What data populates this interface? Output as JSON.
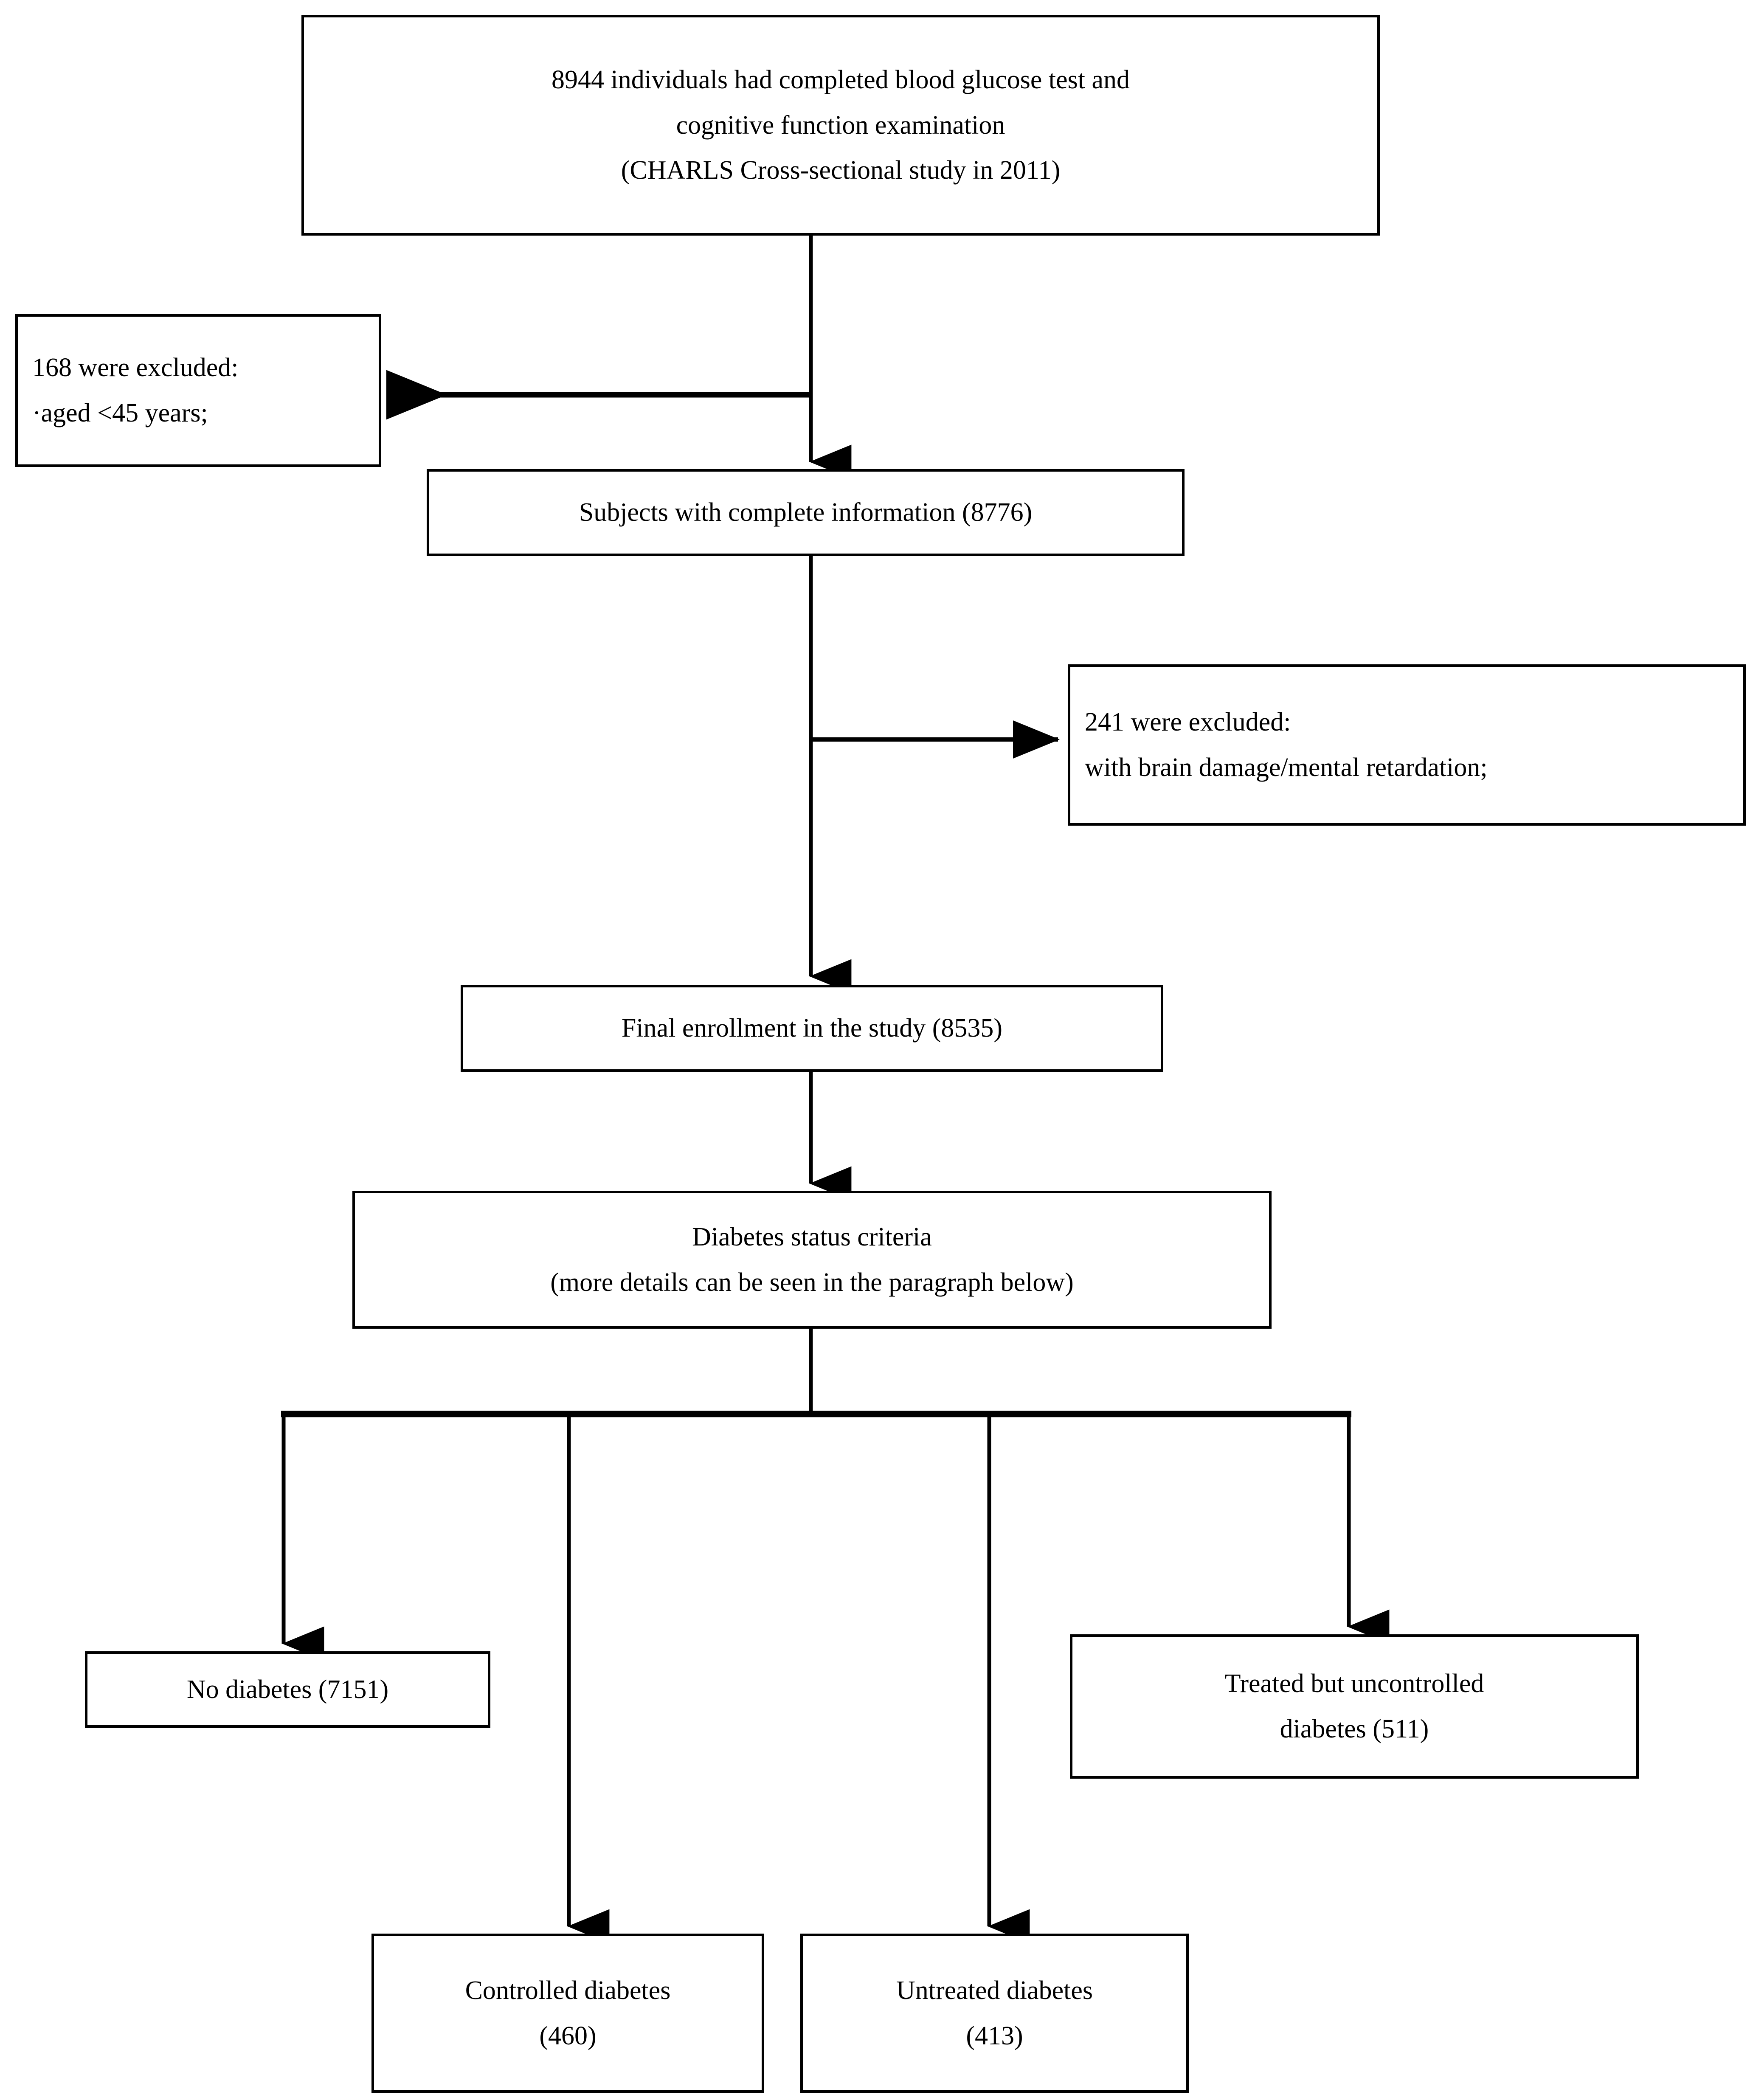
{
  "diagram": {
    "type": "flowchart",
    "orientation": "top-down",
    "stroke_color": "#000000",
    "background_color": "#ffffff",
    "nodes": [
      {
        "id": "screened",
        "name": "screened-population-box",
        "lines": [
          "8944 individuals had completed blood glucose test and",
          "cognitive function examination",
          "(CHARLS Cross-sectional study in 2011)"
        ],
        "count": 8944
      },
      {
        "id": "excl_age",
        "name": "excluded-age-box",
        "lines": [
          "168 were excluded:",
          "·aged <45 years;"
        ],
        "count": 168
      },
      {
        "id": "complete",
        "name": "complete-information-box",
        "lines": [
          "Subjects with complete information (8776)"
        ],
        "count": 8776
      },
      {
        "id": "excl_brain",
        "name": "excluded-brain-damage-box",
        "lines": [
          "241 were excluded:",
          "with brain damage/mental retardation;"
        ],
        "count": 241
      },
      {
        "id": "enrolled",
        "name": "final-enrollment-box",
        "lines": [
          "Final enrollment in the study (8535)"
        ],
        "count": 8535
      },
      {
        "id": "criteria",
        "name": "diabetes-status-criteria-box",
        "lines": [
          "Diabetes status criteria",
          "(more details can be seen in the paragraph below)"
        ]
      },
      {
        "id": "no_diabetes",
        "name": "no-diabetes-box",
        "lines": [
          "No diabetes (7151)"
        ],
        "count": 7151
      },
      {
        "id": "treated_unc",
        "name": "treated-uncontrolled-diabetes-box",
        "lines": [
          "Treated but uncontrolled",
          "diabetes (511)"
        ],
        "count": 511
      },
      {
        "id": "controlled",
        "name": "controlled-diabetes-box",
        "lines": [
          "Controlled diabetes",
          "(460)"
        ],
        "count": 460
      },
      {
        "id": "untreated",
        "name": "untreated-diabetes-box",
        "lines": [
          "Untreated diabetes",
          "(413)"
        ],
        "count": 413
      }
    ],
    "edges": [
      {
        "from": "screened",
        "to": "complete",
        "style": "arrow-down"
      },
      {
        "from": "screened",
        "to": "excl_age",
        "style": "arrow-left"
      },
      {
        "from": "complete",
        "to": "enrolled",
        "style": "arrow-down"
      },
      {
        "from": "complete",
        "to": "excl_brain",
        "style": "arrow-right"
      },
      {
        "from": "enrolled",
        "to": "criteria",
        "style": "arrow-down"
      },
      {
        "from": "criteria",
        "to": "no_diabetes",
        "style": "bus-arrow-down"
      },
      {
        "from": "criteria",
        "to": "controlled",
        "style": "bus-arrow-down"
      },
      {
        "from": "criteria",
        "to": "untreated",
        "style": "bus-arrow-down"
      },
      {
        "from": "criteria",
        "to": "treated_unc",
        "style": "bus-arrow-down"
      }
    ]
  }
}
